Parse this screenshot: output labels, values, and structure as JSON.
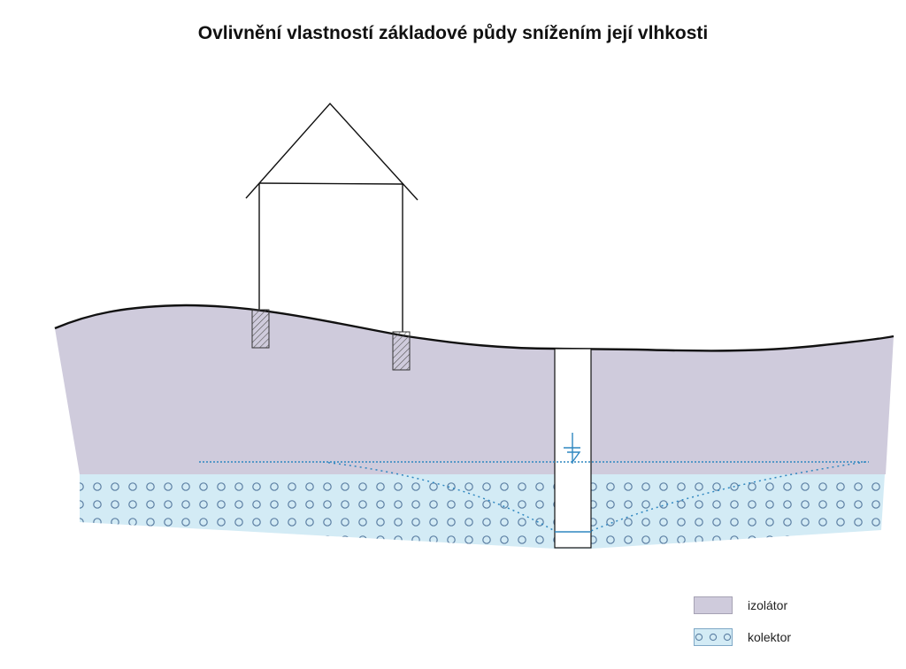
{
  "title": "Ovlivnění vlastností základové půdy snížením její vlhkosti",
  "legend": [
    {
      "label": "izolátor",
      "color": "#cfcbdc"
    },
    {
      "label": "kolektor",
      "color": "#d3ebf5",
      "pattern_color": "#5c7fa3"
    }
  ],
  "colors": {
    "water_line": "#2f87c0",
    "outline": "#111111",
    "foundation_hatch": "#555555"
  }
}
